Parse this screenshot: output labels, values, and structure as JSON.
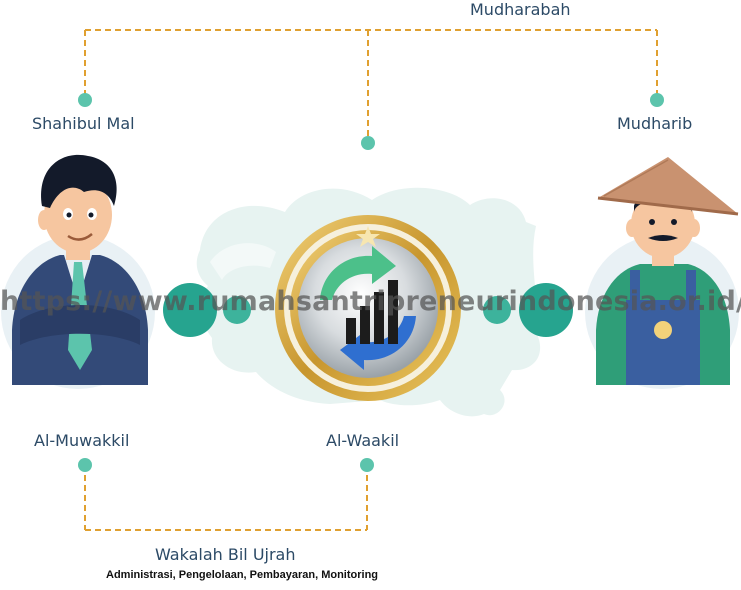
{
  "labels": {
    "mudharabah": "Mudharabah",
    "shahibul_mal": "Shahibul Mal",
    "mudharib": "Mudharib",
    "al_muwakkil": "Al-Muwakkil",
    "al_waakil": "Al-Waakil",
    "wakalah": "Wakalah Bil Ujrah",
    "wakalah_sub": "Administrasi, Pengelolaan, Pembayaran, Monitoring"
  },
  "watermark": "https://www.rumahsantripreneurindonesia.or.id/",
  "colors": {
    "connector_line": "#e0a030",
    "node_dot": "#5cc4ac",
    "link_circle": "#26a48f",
    "label_text": "#2c4a66"
  },
  "icons": [
    "businessman-figure",
    "farmer-figure",
    "coin-emblem",
    "growth-chart-icon",
    "cloud-background"
  ]
}
